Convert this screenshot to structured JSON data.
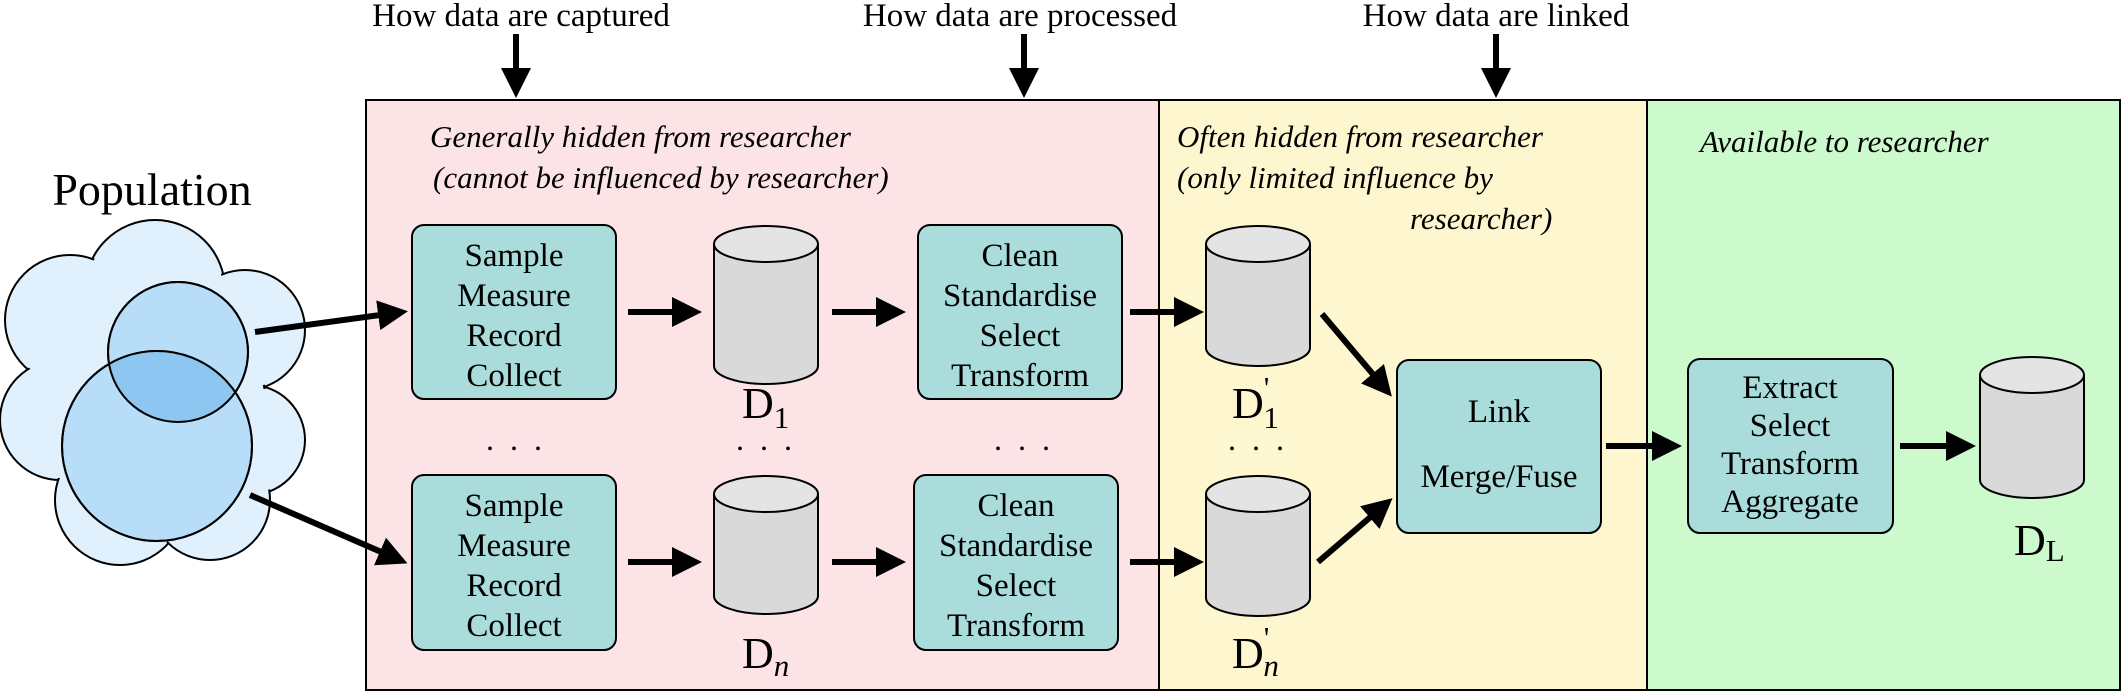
{
  "stages": {
    "captured": "How data are captured",
    "processed": "How data are processed",
    "linked": "How data are linked"
  },
  "regions": {
    "hidden": {
      "line1": "Generally hidden from researcher",
      "line2": "(cannot be influenced by researcher)",
      "color": "#fce4e6"
    },
    "often_hidden": {
      "line1": "Often hidden from researcher",
      "line2": "(only limited influence by",
      "line3": "researcher)",
      "color": "#fdf6cf"
    },
    "available": {
      "line1": "Available to researcher",
      "color": "#ccfacc"
    }
  },
  "population": {
    "label": "Population"
  },
  "capture_box": [
    "Sample",
    "Measure",
    "Record",
    "Collect"
  ],
  "process_box": [
    "Clean",
    "Standardise",
    "Select",
    "Transform"
  ],
  "link_box": {
    "line1": "Link",
    "line2": "Merge/Fuse"
  },
  "extract_box": [
    "Extract",
    "Select",
    "Transform",
    "Aggregate"
  ],
  "datasets": {
    "d1": {
      "main": "D",
      "sub": "1"
    },
    "dn": {
      "main": "D",
      "sub": "n"
    },
    "d1p": {
      "main": "D",
      "prime": "'",
      "sub": "1"
    },
    "dnp": {
      "main": "D",
      "prime": "'",
      "sub": "n"
    },
    "dl": {
      "main": "D",
      "sub": "L"
    }
  },
  "ellipsis": ". . ."
}
